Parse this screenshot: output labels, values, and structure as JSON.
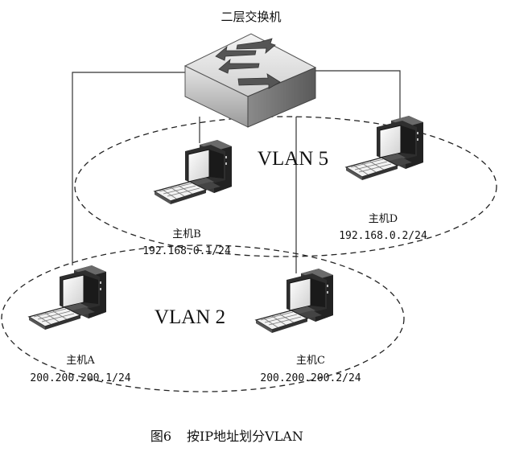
{
  "switch": {
    "label": "二层交换机"
  },
  "vlans": [
    {
      "label": "VLAN 5"
    },
    {
      "label": "VLAN 2"
    }
  ],
  "hosts": [
    {
      "name": "主机A",
      "ip": "200.200.200.1/24"
    },
    {
      "name": "主机B",
      "ip": "192.168.0.1/24"
    },
    {
      "name": "主机C",
      "ip": "200.200.200.2/24"
    },
    {
      "name": "主机D",
      "ip": "192.168.0.2/24"
    }
  ],
  "caption": {
    "figure": "图6",
    "title": "按IP地址划分VLAN"
  },
  "icons": {
    "switch": "layer2-switch-icon",
    "host": "desktop-computer-icon"
  }
}
